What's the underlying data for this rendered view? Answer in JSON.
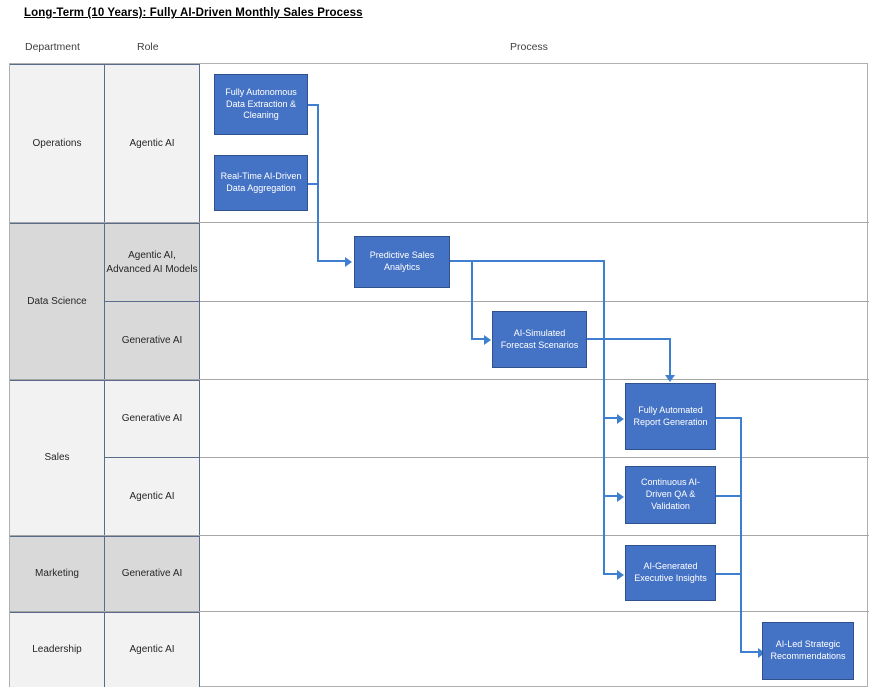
{
  "diagram": {
    "title": "Long-Term (10 Years): Fully AI-Driven Monthly Sales Process",
    "columns": {
      "department": "Department",
      "role": "Role",
      "process": "Process"
    },
    "accent_color": "#4472c4",
    "accent_border_color": "#2f528f",
    "connector_color": "#3f7fd0",
    "band_light_color": "#f2f2f2",
    "band_dark_color": "#d9d9d9"
  },
  "bands": [
    {
      "department": "Operations",
      "shade": "light",
      "roles": [
        {
          "label": "Agentic AI"
        }
      ]
    },
    {
      "department": "Data Science",
      "shade": "dark",
      "roles": [
        {
          "label": "Agentic AI, Advanced AI Models"
        },
        {
          "label": "Generative AI"
        }
      ]
    },
    {
      "department": "Sales",
      "shade": "light",
      "roles": [
        {
          "label": "Generative AI"
        },
        {
          "label": "Agentic AI"
        }
      ]
    },
    {
      "department": "Marketing",
      "shade": "dark",
      "roles": [
        {
          "label": "Generative AI"
        }
      ]
    },
    {
      "department": "Leadership",
      "shade": "light",
      "roles": [
        {
          "label": "Agentic AI"
        }
      ]
    }
  ],
  "process_nodes": [
    {
      "id": "extract",
      "label": "Fully Autonomous Data Extraction & Cleaning",
      "band": "Operations",
      "role": "Agentic AI"
    },
    {
      "id": "aggregate",
      "label": "Real-Time AI-Driven Data Aggregation",
      "band": "Operations",
      "role": "Agentic AI"
    },
    {
      "id": "predict",
      "label": "Predictive Sales Analytics",
      "band": "Data Science",
      "role": "Agentic AI, Advanced AI Models"
    },
    {
      "id": "forecast",
      "label": "AI-Simulated Forecast Scenarios",
      "band": "Data Science",
      "role": "Generative AI"
    },
    {
      "id": "report",
      "label": "Fully Automated Report Generation",
      "band": "Sales",
      "role": "Generative AI"
    },
    {
      "id": "qa",
      "label": "Continuous AI-Driven QA & Validation",
      "band": "Sales",
      "role": "Agentic AI"
    },
    {
      "id": "insights",
      "label": "AI-Generated Executive Insights",
      "band": "Marketing",
      "role": "Generative AI"
    },
    {
      "id": "strategy",
      "label": "AI-Led Strategic Recommendations",
      "band": "Leadership",
      "role": "Agentic AI"
    }
  ],
  "flows": [
    {
      "from": "extract",
      "to": "predict"
    },
    {
      "from": "aggregate",
      "to": "predict"
    },
    {
      "from": "predict",
      "to": "forecast"
    },
    {
      "from": "predict",
      "to": "report"
    },
    {
      "from": "predict",
      "to": "qa"
    },
    {
      "from": "predict",
      "to": "insights"
    },
    {
      "from": "forecast",
      "to": "report"
    },
    {
      "from": "report",
      "to": "strategy"
    },
    {
      "from": "qa",
      "to": "strategy"
    },
    {
      "from": "insights",
      "to": "strategy"
    }
  ]
}
